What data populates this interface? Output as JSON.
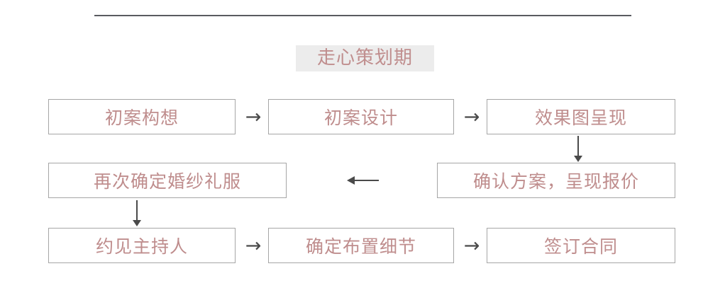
{
  "document": {
    "title": "走心策划期",
    "divider": "horizontal-rule"
  },
  "flow": {
    "rows": [
      {
        "id": "row-1",
        "nodes": [
          {
            "label": "初案构想"
          },
          {
            "label": "初案设计"
          },
          {
            "label": "效果图呈现"
          }
        ],
        "connectors": [
          {
            "glyph": "→",
            "name": "arrow-right"
          },
          {
            "glyph": "→",
            "name": "arrow-right"
          }
        ]
      },
      {
        "id": "row-2",
        "nodes": [
          {
            "label": "再次确定婚纱礼服"
          },
          {
            "label": "确认方案，呈现报价"
          }
        ],
        "connectors": [
          {
            "glyph": "←",
            "name": "arrow-left"
          }
        ]
      },
      {
        "id": "row-3",
        "nodes": [
          {
            "label": "约见主持人"
          },
          {
            "label": "确定布置细节"
          },
          {
            "label": "签订合同"
          }
        ],
        "connectors": [
          {
            "glyph": "→",
            "name": "arrow-right"
          },
          {
            "glyph": "→",
            "name": "arrow-right"
          }
        ]
      }
    ],
    "vertical_connectors": [
      {
        "glyph": "↓",
        "name": "arrow-down-right",
        "from": "效果图呈现",
        "to": "确认方案，呈现报价"
      },
      {
        "glyph": "↓",
        "name": "arrow-down-left",
        "from": "再次确定婚纱礼服",
        "to": "约见主持人"
      }
    ]
  },
  "colors": {
    "text_rose": "#bf8d8d",
    "title_background": "#ececec",
    "box_border": "#a6a6a6",
    "rule": "#595b60",
    "arrow": "#4a4a4a",
    "page_background": "#ffffff"
  }
}
